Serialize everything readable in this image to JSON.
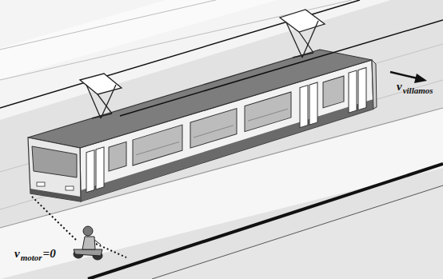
{
  "diagram": {
    "labels": [
      "v",
      "villamos",
      "v",
      "motor",
      "=0"
    ]
  }
}
